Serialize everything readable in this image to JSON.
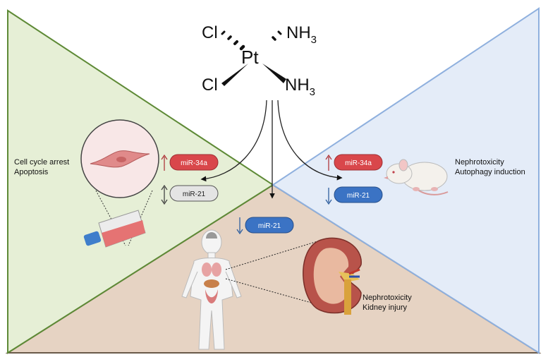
{
  "molecule": {
    "center": "Pt",
    "ligands": [
      {
        "symbol": "Cl",
        "sub": ""
      },
      {
        "symbol": "NH",
        "sub": "3"
      },
      {
        "symbol": "Cl",
        "sub": ""
      },
      {
        "symbol": "NH",
        "sub": "3"
      }
    ]
  },
  "panels": {
    "cell": {
      "outcome_line1": "Cell cycle arrest",
      "outcome_line2": "Apoptosis",
      "pills": [
        {
          "label": "miR-34a",
          "direction": "up",
          "color": "#d9474b"
        },
        {
          "label": "miR-21",
          "direction": "both",
          "color": "#e4e4e4"
        }
      ]
    },
    "animal": {
      "outcome_line1": "Nephrotoxicity",
      "outcome_line2": "Autophagy induction",
      "pills": [
        {
          "label": "miR-34a",
          "direction": "up",
          "color": "#d9474b"
        },
        {
          "label": "miR-21",
          "direction": "down",
          "color": "#3b73c4"
        }
      ]
    },
    "human": {
      "outcome_line1": "Nephrotoxicity",
      "outcome_line2": "Kidney injury",
      "pills": [
        {
          "label": "miR-21",
          "direction": "down",
          "color": "#3b73c4"
        }
      ]
    }
  },
  "colors": {
    "left_region": "#e6efd6",
    "left_border": "#5e8a36",
    "right_region": "#e4ecf8",
    "right_border": "#8fb0de",
    "bottom_region": "#e6d3c3",
    "up_arrow": "#b0383c",
    "down_arrow": "#2f5f9f"
  }
}
